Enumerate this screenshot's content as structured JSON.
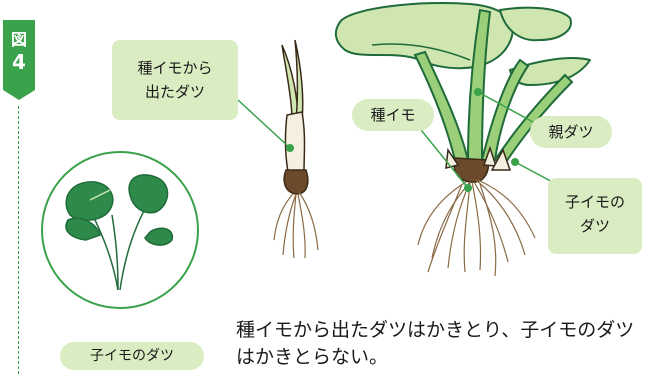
{
  "figure": {
    "badge_char_1": "図",
    "badge_number": "4",
    "badge_color": "#3aa24a"
  },
  "labels": {
    "seed_sprout_line1": "種イモから",
    "seed_sprout_line2": "出たダツ",
    "seed_tuber": "種イモ",
    "parent_datsu": "親ダツ",
    "child_datsu_line1": "子イモの",
    "child_datsu_line2": "ダツ"
  },
  "caption": {
    "circle_caption": "子イモのダツ"
  },
  "note": {
    "text": "種イモから出たダツはかきとり、子イモのダツはかきとらない。"
  },
  "colors": {
    "label_bg": "#d9ecc2",
    "leader_line": "#3aa24a",
    "leaf_light": "#cfe6b0",
    "leaf_dark": "#1f6b3a",
    "stem_green": "#9ccf7a",
    "tuber_brown": "#6b4a2b",
    "root_tan": "#c8a37a"
  }
}
